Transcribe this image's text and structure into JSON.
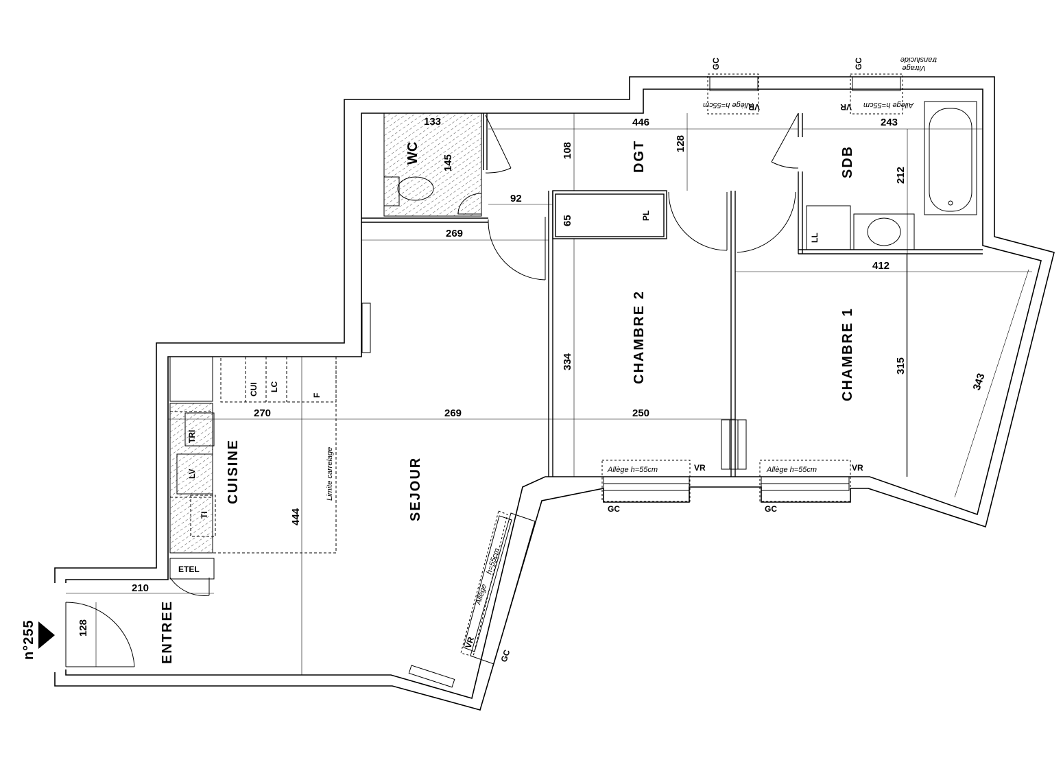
{
  "lot": {
    "number": "n°255"
  },
  "rooms": {
    "entree": "ENTREE",
    "cuisine": "CUISINE",
    "sejour": "SEJOUR",
    "wc": "WC",
    "dgt": "DGT",
    "sdb": "SDB",
    "chambre2": "CHAMBRE 2",
    "chambre1": "CHAMBRE 1"
  },
  "dimensions": {
    "wc_w": "133",
    "wc_h": "145",
    "dgt_w": "446",
    "dgt_h": "108",
    "dgt_v2": "128",
    "sdb_w": "243",
    "sdb_h": "212",
    "pl_w": "92",
    "pl_h": "65",
    "hall_w": "269",
    "ch1_w": "412",
    "ch1_h": "315",
    "ch1_diag": "343",
    "ch2_h": "334",
    "kitchen_w": "270",
    "sejour_w": "269",
    "ch2_w": "250",
    "sejour_h": "444",
    "entree_w": "210",
    "entree_h": "128"
  },
  "fixtures": {
    "pl": "PL",
    "ll": "LL",
    "cui": "CUI",
    "lc": "LC",
    "f": "F",
    "tri": "TRI",
    "lv": "LV",
    "ti": "TI",
    "etel": "ETEL"
  },
  "annotations": {
    "gc": "GC",
    "vr": "VR",
    "allege": "Allège",
    "allege_h": "h=55cm",
    "allege_full": "Allège h=55cm",
    "vitrage": "Vitrage",
    "translucide": "translucide",
    "limite": "Limite carrelage"
  }
}
